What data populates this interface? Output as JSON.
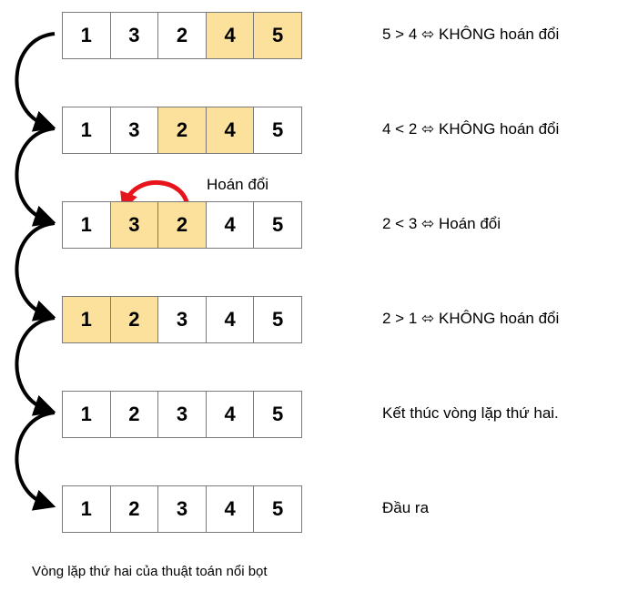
{
  "colors": {
    "highlight": "#fbe19c",
    "swap_arrow": "#e8141b"
  },
  "rows": [
    {
      "values": [
        "1",
        "3",
        "2",
        "4",
        "5"
      ],
      "highlight": [
        3,
        4
      ],
      "desc": "5 > 4 ⬄ KHÔNG hoán đổi"
    },
    {
      "values": [
        "1",
        "3",
        "2",
        "4",
        "5"
      ],
      "highlight": [
        2,
        3
      ],
      "desc": "4 < 2 ⬄ KHÔNG hoán đổi"
    },
    {
      "values": [
        "1",
        "3",
        "2",
        "4",
        "5"
      ],
      "highlight": [
        1,
        2
      ],
      "desc": "2 < 3 ⬄ Hoán đổi"
    },
    {
      "values": [
        "1",
        "2",
        "3",
        "4",
        "5"
      ],
      "highlight": [
        0,
        1
      ],
      "desc": "2 > 1 ⬄ KHÔNG hoán đổi"
    },
    {
      "values": [
        "1",
        "2",
        "3",
        "4",
        "5"
      ],
      "highlight": [],
      "desc": "Kết thúc vòng lặp thứ hai."
    },
    {
      "values": [
        "1",
        "2",
        "3",
        "4",
        "5"
      ],
      "highlight": [],
      "desc": "Đầu ra"
    }
  ],
  "swap_label": "Hoán đổi",
  "caption": "Vòng lặp thứ hai của thuật toán nổi bọt"
}
